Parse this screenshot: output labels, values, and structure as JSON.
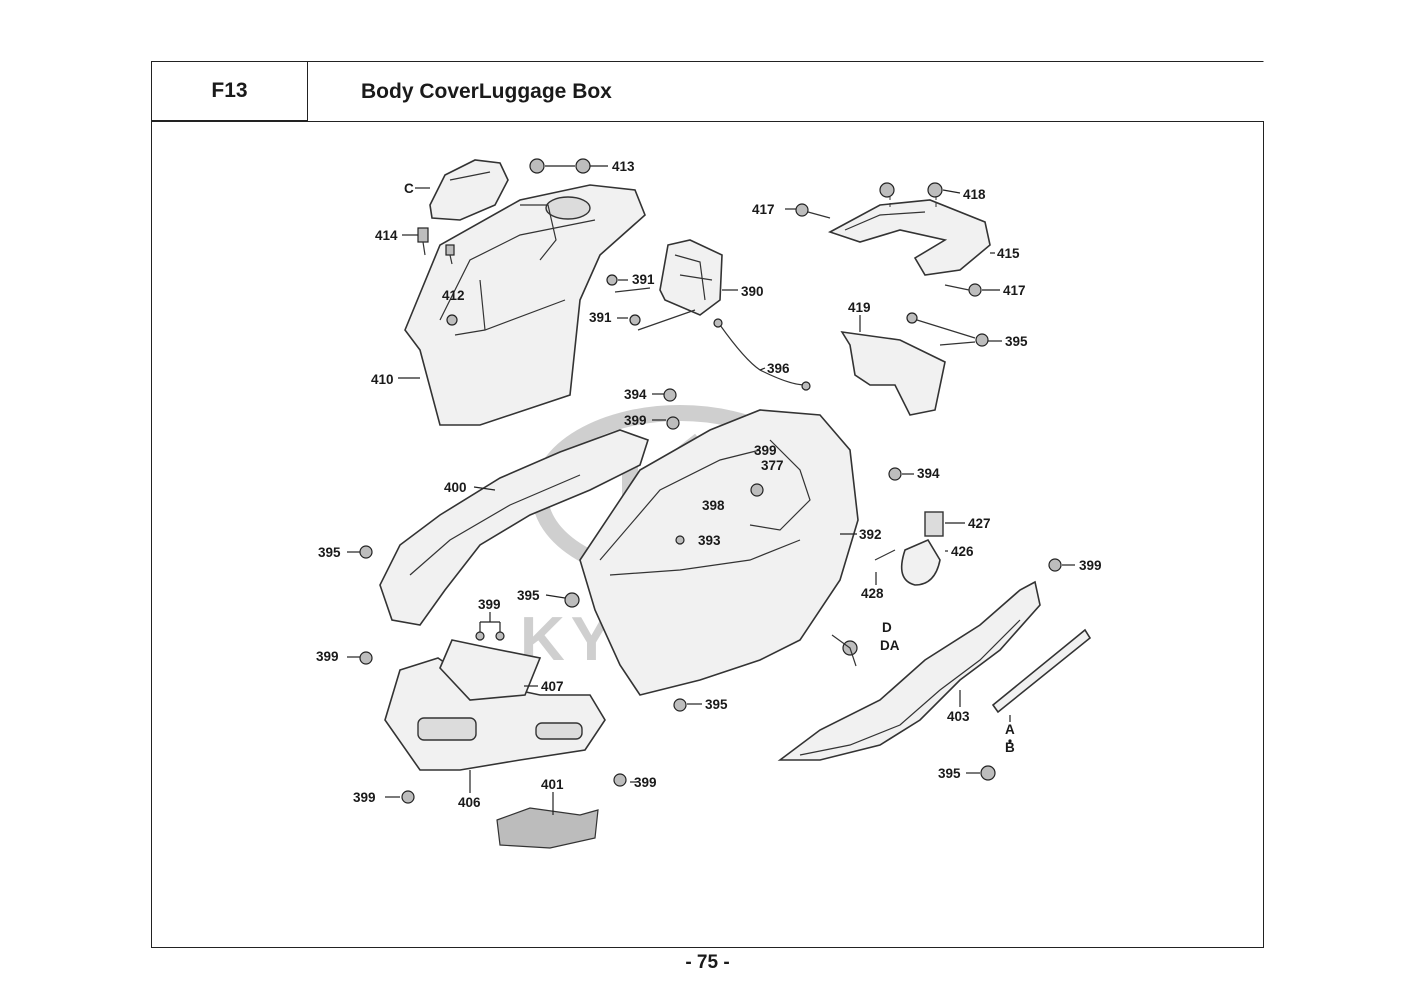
{
  "header": {
    "section_code": "F13",
    "title": "Body CoverLuggage Box"
  },
  "footer": {
    "page_number": "- 75 -"
  },
  "watermark": {
    "brand_text": "KYMCO",
    "color": "#cfcfcf"
  },
  "callouts": [
    {
      "id": "c-413",
      "text": "413"
    },
    {
      "id": "c-C",
      "text": "C"
    },
    {
      "id": "c-414",
      "text": "414"
    },
    {
      "id": "c-412",
      "text": "412"
    },
    {
      "id": "c-410",
      "text": "410"
    },
    {
      "id": "c-391a",
      "text": "391"
    },
    {
      "id": "c-391b",
      "text": "391"
    },
    {
      "id": "c-390",
      "text": "390"
    },
    {
      "id": "c-396",
      "text": "396"
    },
    {
      "id": "c-418",
      "text": "418"
    },
    {
      "id": "c-417a",
      "text": "417"
    },
    {
      "id": "c-415",
      "text": "415"
    },
    {
      "id": "c-417b",
      "text": "417"
    },
    {
      "id": "c-419",
      "text": "419"
    },
    {
      "id": "c-395a",
      "text": "395"
    },
    {
      "id": "c-394a",
      "text": "394"
    },
    {
      "id": "c-399a",
      "text": "399"
    },
    {
      "id": "c-399b",
      "text": "399"
    },
    {
      "id": "c-377",
      "text": "377"
    },
    {
      "id": "c-398",
      "text": "398"
    },
    {
      "id": "c-394b",
      "text": "394"
    },
    {
      "id": "c-400",
      "text": "400"
    },
    {
      "id": "c-392",
      "text": "392"
    },
    {
      "id": "c-427",
      "text": "427"
    },
    {
      "id": "c-426",
      "text": "426"
    },
    {
      "id": "c-393",
      "text": "393"
    },
    {
      "id": "c-395b",
      "text": "395"
    },
    {
      "id": "c-428",
      "text": "428"
    },
    {
      "id": "c-399c",
      "text": "399"
    },
    {
      "id": "c-395c",
      "text": "395"
    },
    {
      "id": "c-399d",
      "text": "399"
    },
    {
      "id": "c-D",
      "text": "D"
    },
    {
      "id": "c-DA",
      "text": "DA"
    },
    {
      "id": "c-399e",
      "text": "399"
    },
    {
      "id": "c-407",
      "text": "407"
    },
    {
      "id": "c-395d",
      "text": "395"
    },
    {
      "id": "c-403",
      "text": "403"
    },
    {
      "id": "c-A",
      "text": "A"
    },
    {
      "id": "c-B",
      "text": "B"
    },
    {
      "id": "c-395e",
      "text": "395"
    },
    {
      "id": "c-399f",
      "text": "399"
    },
    {
      "id": "c-401",
      "text": "401"
    },
    {
      "id": "c-399g",
      "text": "399"
    },
    {
      "id": "c-406",
      "text": "406"
    }
  ]
}
